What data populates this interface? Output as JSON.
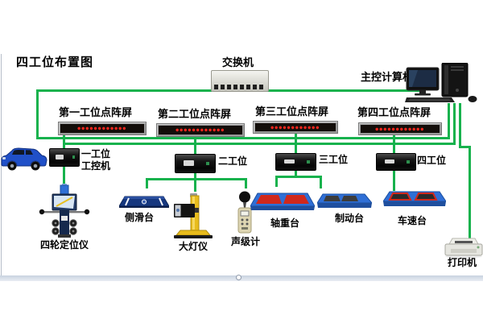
{
  "diagram": {
    "title": "四工位布置图",
    "switch": {
      "label": "交换机"
    },
    "main_computer": {
      "label": "主控计算机"
    },
    "printer": {
      "label": "打印机"
    },
    "led_screens": [
      {
        "label": "第一工位点阵屏",
        "led_text": "●●●●●●●●●●●●"
      },
      {
        "label": "第二工位点阵屏",
        "led_text": "●●●●●●●●●●●●"
      },
      {
        "label": "第三工位点阵屏",
        "led_text": "●●●●●●●●●●●●"
      },
      {
        "label": "第四工位点阵屏",
        "led_text": "●●●●●●●●●●●●"
      }
    ],
    "stations": [
      {
        "label": "一工位",
        "label2": "工控机"
      },
      {
        "label": "二工位"
      },
      {
        "label": "三工位"
      },
      {
        "label": "四工位"
      }
    ],
    "devices": [
      {
        "label": "四轮定位仪"
      },
      {
        "label": "侧滑台"
      },
      {
        "label": "大灯仪"
      },
      {
        "label": "声级计"
      },
      {
        "label": "轴重台"
      },
      {
        "label": "制动台"
      },
      {
        "label": "车速台"
      }
    ],
    "colors": {
      "connector_green": "#17b24d",
      "led_red": "#f5271e"
    }
  }
}
